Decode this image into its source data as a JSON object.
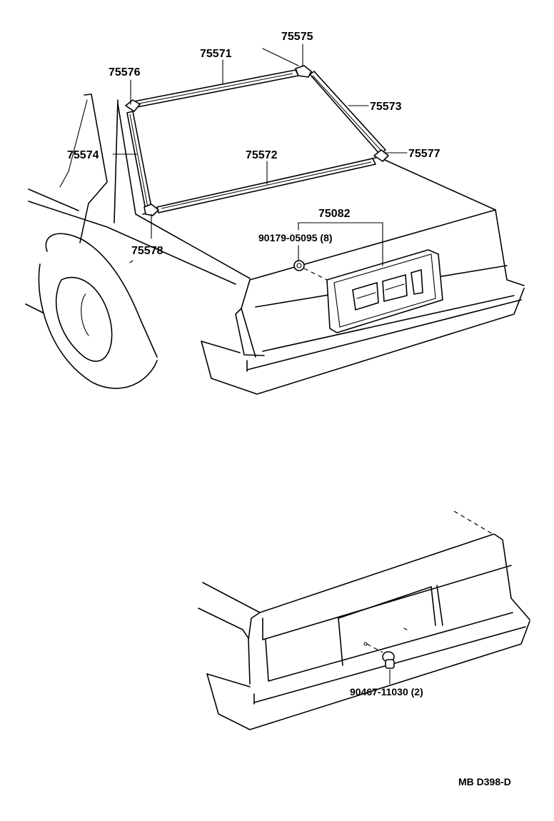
{
  "labels": {
    "p75575": "75575",
    "p75571": "75571",
    "p75576": "75576",
    "p75573": "75573",
    "p75574": "75574",
    "p75572": "75572",
    "p75577": "75577",
    "p75082": "75082",
    "p90179": "90179-05095 (8)",
    "p75578": "75578",
    "p90467": "90467-11030 (2)"
  },
  "drawing_code": "MB D398-D"
}
